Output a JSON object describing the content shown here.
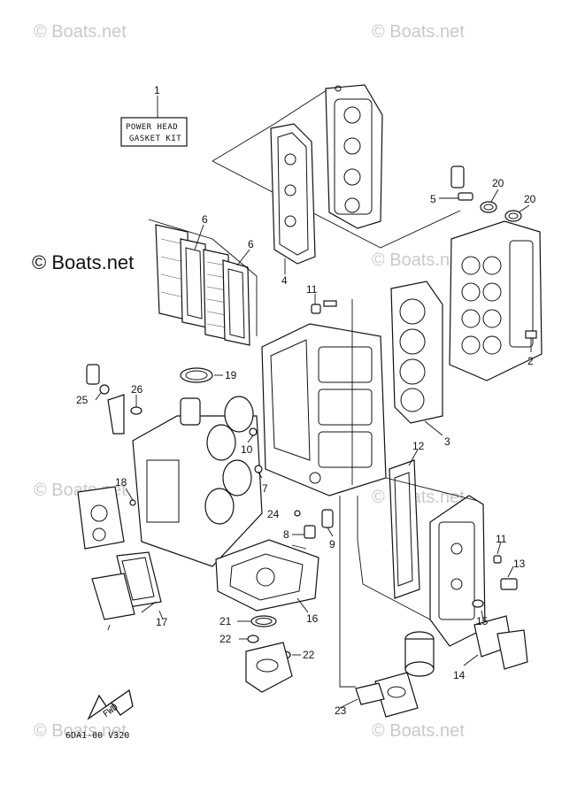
{
  "watermarks": {
    "top_left": "© Boats.net",
    "top_right": "© Boats.net",
    "mid_left": "© Boats.net",
    "mid_right": "© Boats.net",
    "lower_left": "© Boats.net",
    "lower_right": "© Boats.net",
    "bottom_left": "© Boats.net",
    "bottom_right": "© Boats.net"
  },
  "kit_label": {
    "line1": "POWER HEAD",
    "line2": "GASKET KIT"
  },
  "fwd_label": "FWD",
  "diagram_code": "6DA1-00 V320",
  "callouts": {
    "c1": "1",
    "c2": "2",
    "c3": "3",
    "c4": "4",
    "c5": "5",
    "c6a": "6",
    "c6b": "6",
    "c7": "7",
    "c8": "8",
    "c9": "9",
    "c10": "10",
    "c11a": "11",
    "c11b": "11",
    "c12": "12",
    "c13": "13",
    "c14": "14",
    "c15": "15",
    "c16": "16",
    "c17": "17",
    "c18": "18",
    "c19": "19",
    "c20a": "20",
    "c20b": "20",
    "c21": "21",
    "c22a": "22",
    "c22b": "22",
    "c23": "23",
    "c24": "24",
    "c25": "25",
    "c26": "26"
  }
}
